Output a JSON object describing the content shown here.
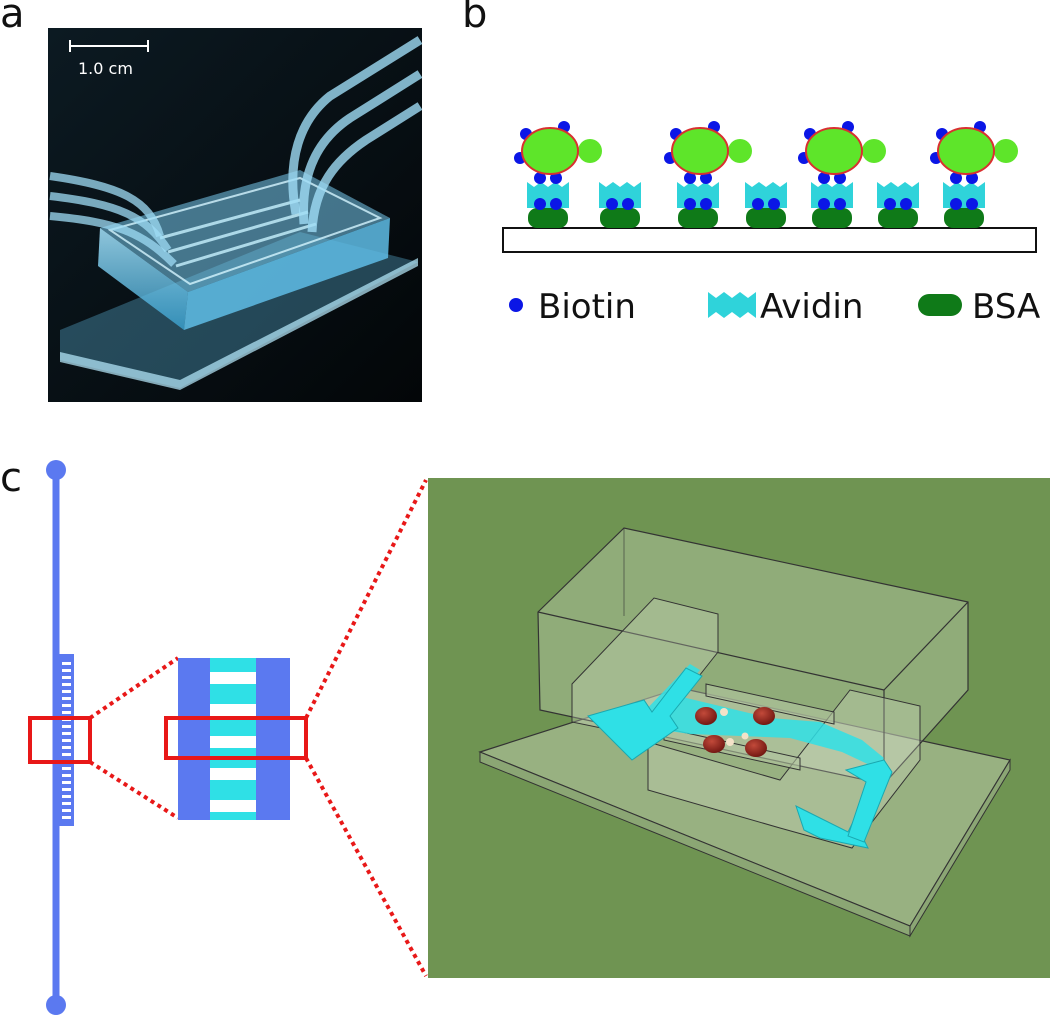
{
  "panels": {
    "a": {
      "letter": "a",
      "scale_bar_label": "1.0 cm"
    },
    "b": {
      "letter": "b",
      "legend": [
        {
          "label": "Biotin",
          "icon": "biotin-dot-icon",
          "color": "#0b16e6"
        },
        {
          "label": "Avidin",
          "icon": "avidin-shape-icon",
          "color": "#2fd3da"
        },
        {
          "label": "BSA",
          "icon": "bsa-pill-icon",
          "color": "#0f7a18"
        }
      ]
    },
    "c": {
      "letter": "c"
    }
  },
  "colors": {
    "channel_blue": "#5b79f0",
    "chamber_cyan": "#2fe0e6",
    "highlight_red": "#e81818",
    "render_background": "#6f9452",
    "cell_green": "#5ee52a",
    "cell_outline": "#d93030"
  }
}
